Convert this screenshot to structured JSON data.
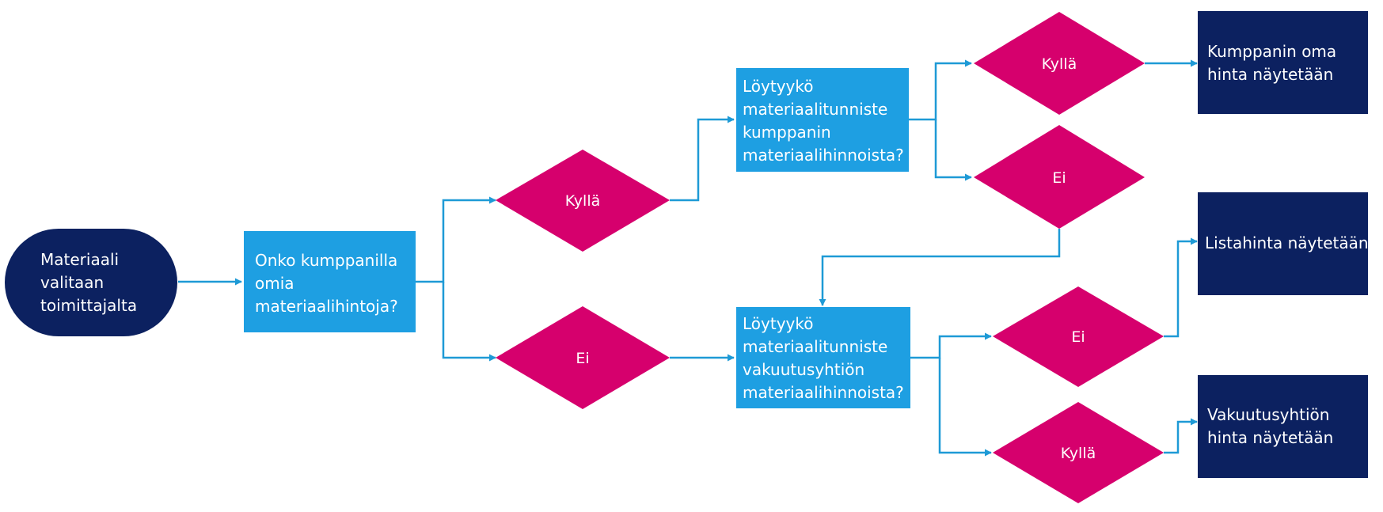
{
  "colors": {
    "terminal": "#0c2160",
    "process": "#1e9fe2",
    "decision": "#d6006d",
    "result": "#0c2160",
    "connector": "#1e9ad6",
    "text": "#ffffff"
  },
  "nodes": {
    "start": {
      "lines": [
        "Materiaali",
        "valitaan",
        "toimittajalta"
      ]
    },
    "q_partner_prices": {
      "lines": [
        "Onko kumppanilla",
        "omia",
        "materiaalihintoja?"
      ]
    },
    "d_yes_1": {
      "label": "Kyllä"
    },
    "d_no_1": {
      "label": "Ei"
    },
    "q_partner_list": {
      "lines": [
        "Löytyykö",
        "materiaalitunniste",
        "kumppanin",
        "materiaalihinnoista?"
      ]
    },
    "q_insurer_list": {
      "lines": [
        "Löytyykö",
        "materiaalitunniste",
        "vakuutusyhtiön",
        "materiaalihinnoista?"
      ]
    },
    "d_yes_2": {
      "label": "Kyllä"
    },
    "d_no_2": {
      "label": "Ei"
    },
    "d_no_3": {
      "label": "Ei"
    },
    "d_yes_3": {
      "label": "Kyllä"
    },
    "r_partner_price": {
      "lines": [
        "Kumppanin oma",
        "hinta näytetään"
      ]
    },
    "r_list_price": {
      "lines": [
        "Listahinta näytetään"
      ]
    },
    "r_insurer_price": {
      "lines": [
        "Vakuutusyhtiön",
        "hinta näytetään"
      ]
    }
  }
}
